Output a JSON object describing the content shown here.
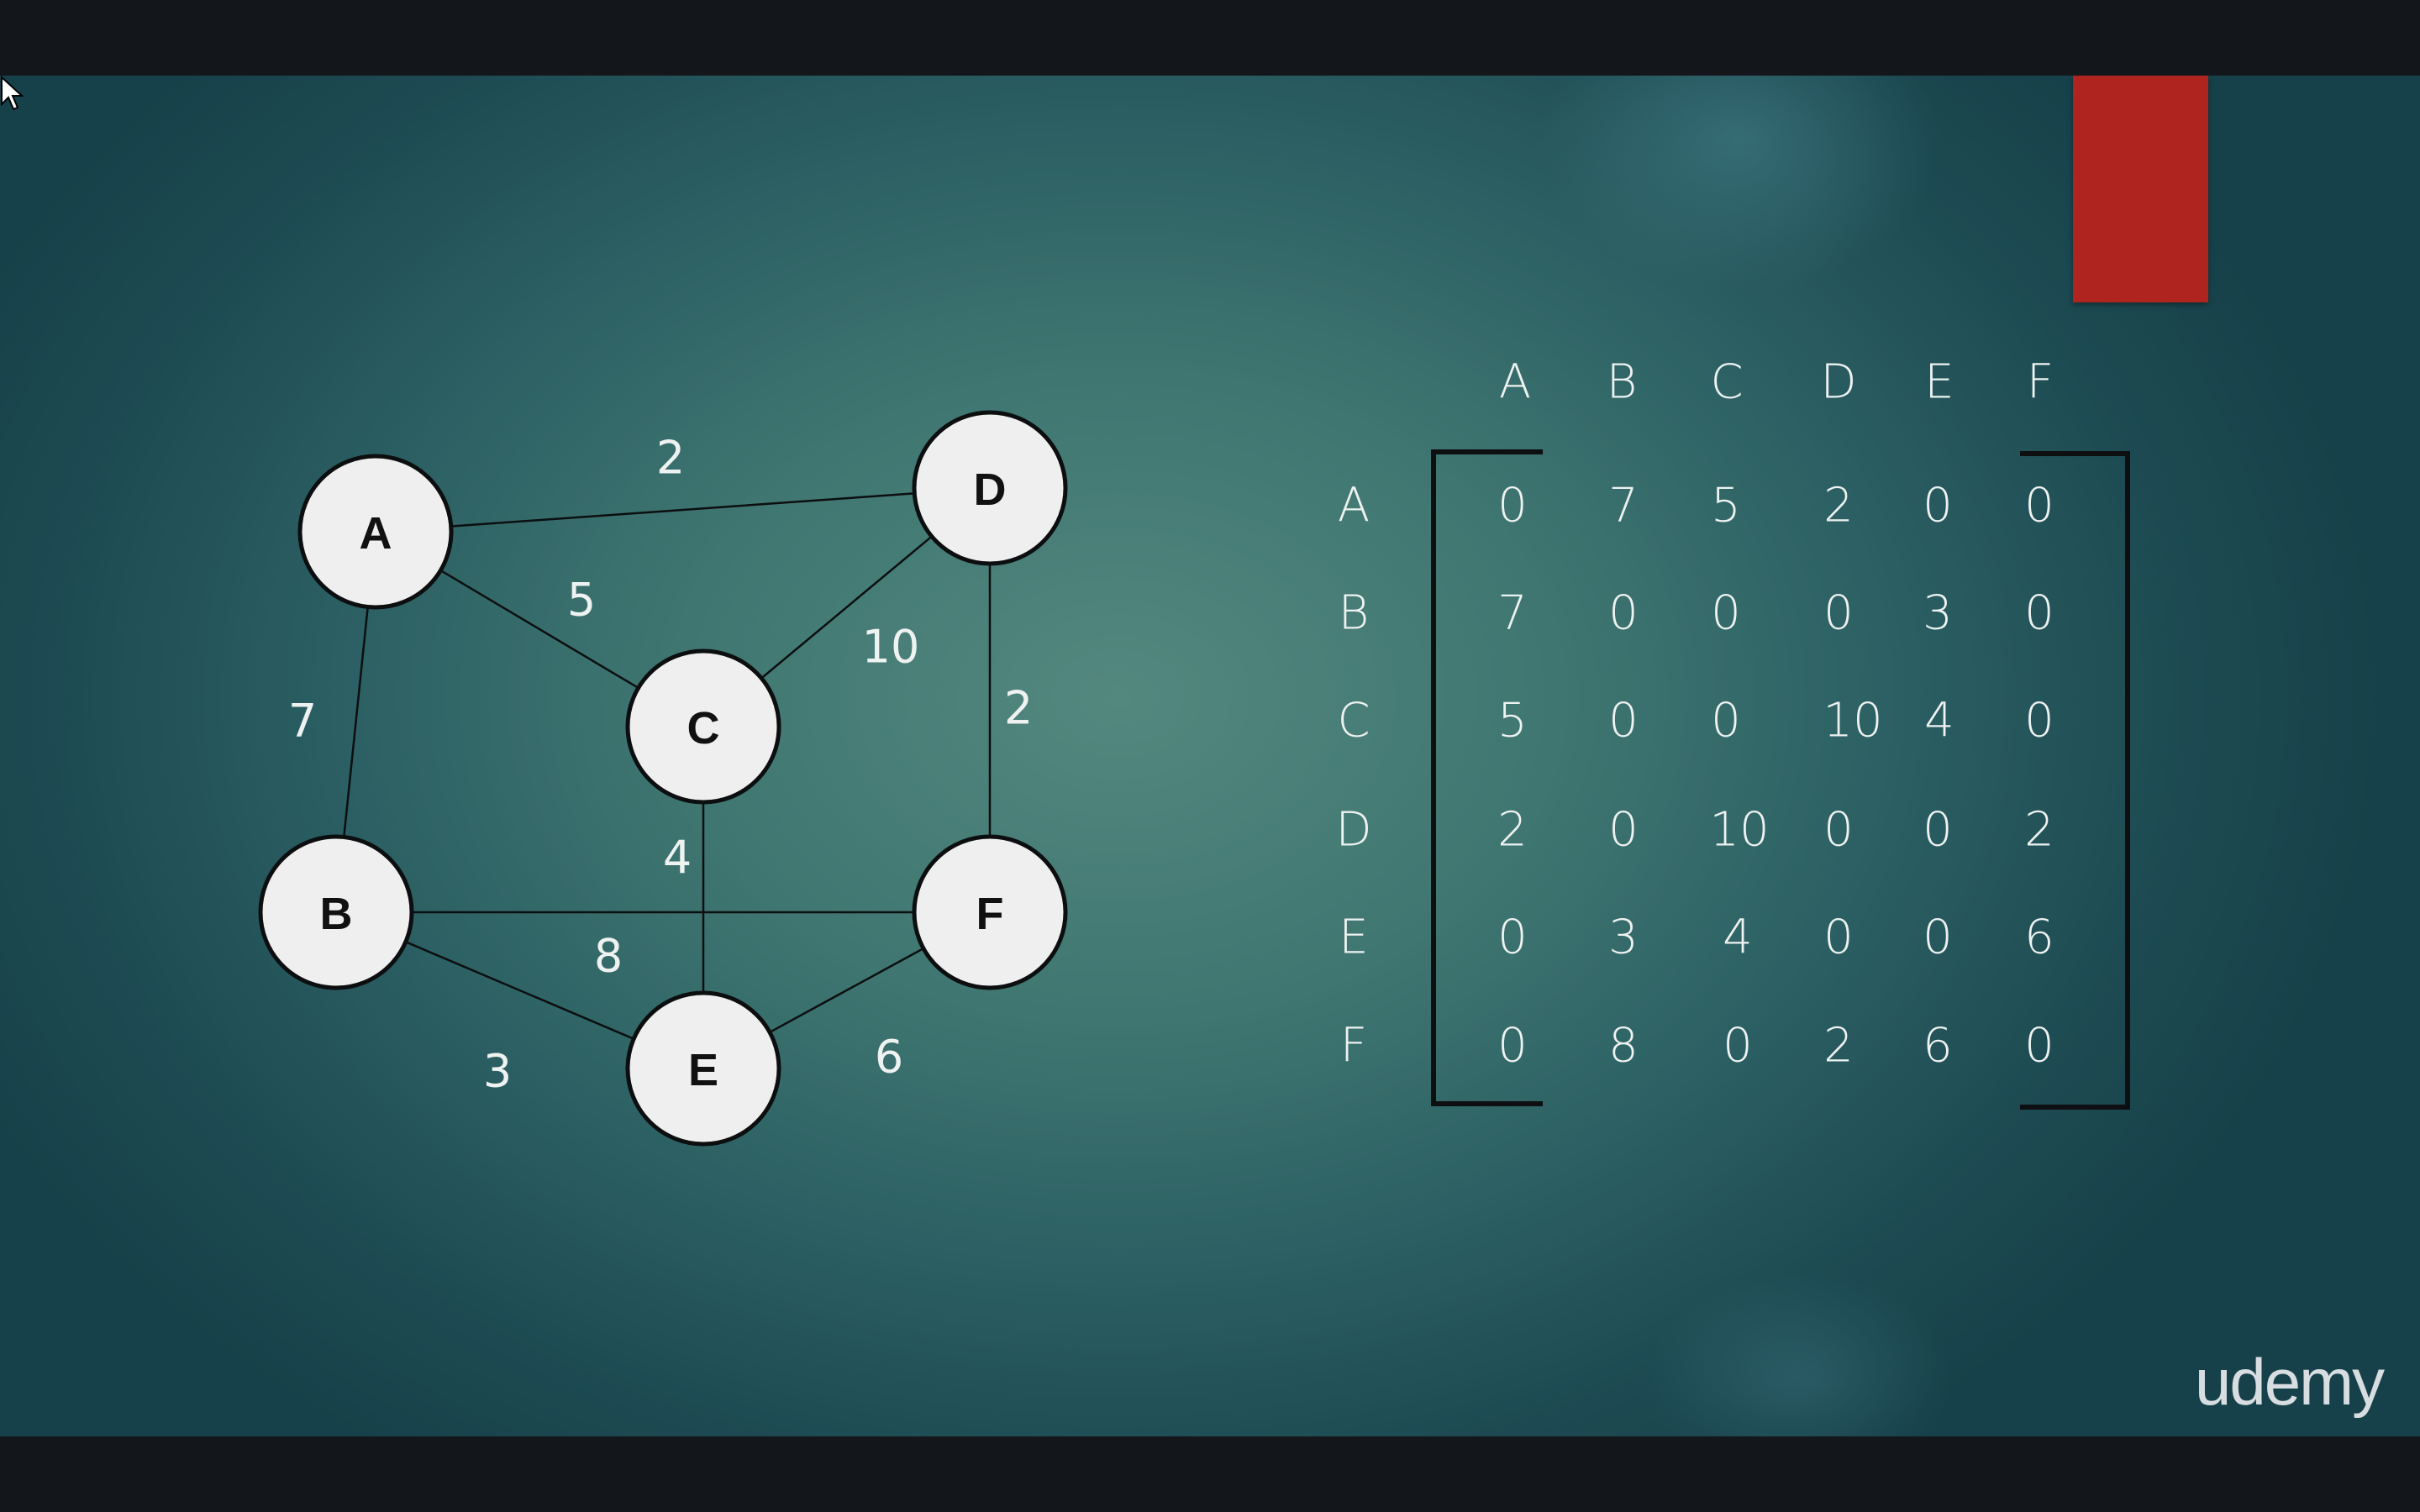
{
  "graph": {
    "nodes": [
      "A",
      "B",
      "C",
      "D",
      "E",
      "F"
    ],
    "edges": [
      {
        "from": "A",
        "to": "D",
        "weight": "2"
      },
      {
        "from": "A",
        "to": "C",
        "weight": "5"
      },
      {
        "from": "A",
        "to": "B",
        "weight": "7"
      },
      {
        "from": "C",
        "to": "D",
        "weight": "10"
      },
      {
        "from": "D",
        "to": "F",
        "weight": "2"
      },
      {
        "from": "C",
        "to": "E",
        "weight": "4"
      },
      {
        "from": "B",
        "to": "F",
        "weight": "8"
      },
      {
        "from": "B",
        "to": "E",
        "weight": "3"
      },
      {
        "from": "E",
        "to": "F",
        "weight": "6"
      }
    ]
  },
  "matrix": {
    "column_headers": [
      "A",
      "B",
      "C",
      "D",
      "E",
      "F"
    ],
    "row_headers": [
      "A",
      "B",
      "C",
      "D",
      "E",
      "F"
    ],
    "rows": [
      [
        "0",
        "7",
        "5",
        "2",
        "0",
        "0"
      ],
      [
        "7",
        "0",
        "0",
        "0",
        "3",
        "0"
      ],
      [
        "5",
        "0",
        "0",
        "10",
        "4",
        "0"
      ],
      [
        "2",
        "0",
        "10",
        "0",
        "0",
        "2"
      ],
      [
        "0",
        "3",
        "4",
        "0",
        "0",
        "6"
      ],
      [
        "0",
        "8",
        "0",
        "2",
        "6",
        "0"
      ]
    ]
  },
  "branding": {
    "logo": "udemy"
  },
  "colors": {
    "accent_block": "#b0241f",
    "node_fill": "#efefef",
    "text": "#eef2f1"
  },
  "icons": {
    "pointer": "mouse-cursor-icon"
  }
}
